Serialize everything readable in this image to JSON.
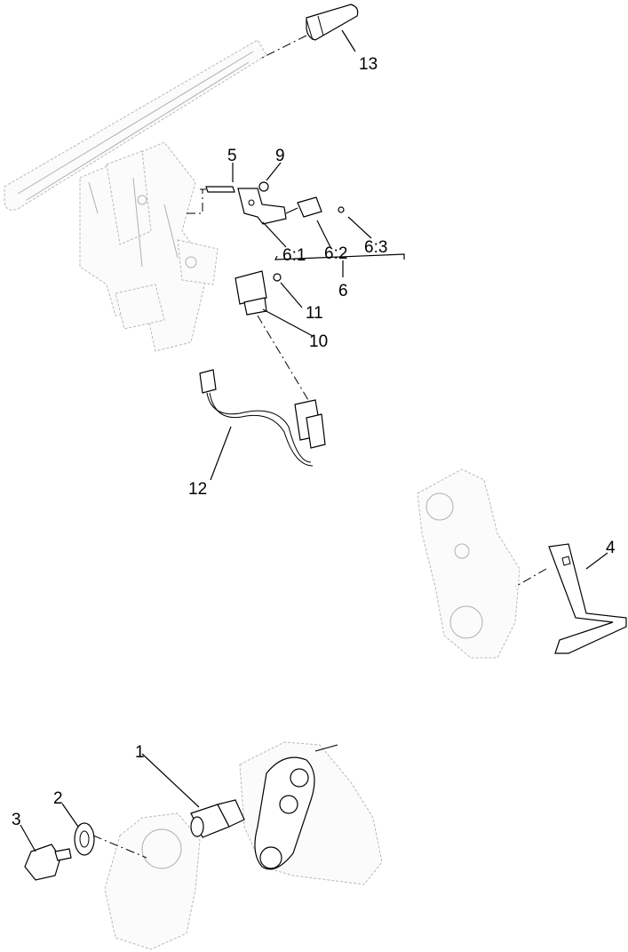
{
  "labels": {
    "l1": "1",
    "l2": "2",
    "l3": "3",
    "l4": "4",
    "l5": "5",
    "l6": "6",
    "l6_1": "6:1",
    "l6_2": "6:2",
    "l6_3": "6:3",
    "l9": "9",
    "l10": "10",
    "l11": "11",
    "l12": "12",
    "l13": "13"
  }
}
